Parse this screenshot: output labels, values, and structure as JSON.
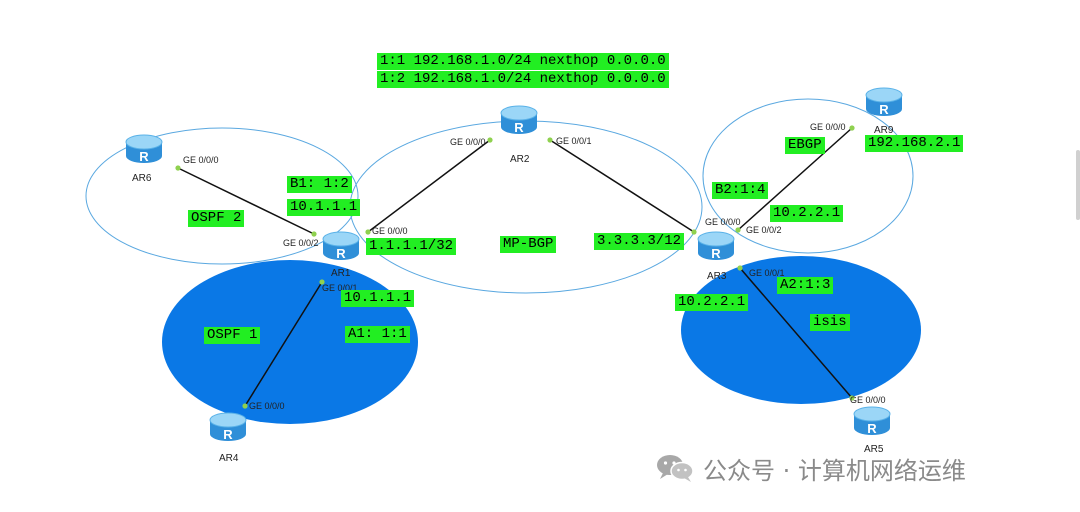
{
  "routes": {
    "line1": "1:1 192.168.1.0/24 nexthop 0.0.0.0",
    "line2": "1:2 192.168.1.0/24 nexthop 0.0.0.0"
  },
  "areas": {
    "ospf1": "OSPF 1",
    "ospf2": "OSPF 2",
    "mpbgp": "MP-BGP",
    "isis": "isis",
    "ebgp": "EBGP"
  },
  "routers": {
    "ar1": "AR1",
    "ar2": "AR2",
    "ar3": "AR3",
    "ar4": "AR4",
    "ar5": "AR5",
    "ar6": "AR6",
    "ar9": "AR9",
    "icon_letter": "R"
  },
  "ports": {
    "ar6_g000": "GE 0/0/0",
    "ar1_g002": "GE 0/0/2",
    "ar1_g000": "GE 0/0/0",
    "ar1_g001": "GE 0/0/1",
    "ar2_g000": "GE 0/0/0",
    "ar2_g001": "GE 0/0/1",
    "ar3_g000": "GE 0/0/0",
    "ar3_g002": "GE 0/0/2",
    "ar3_g001": "GE 0/0/1",
    "ar9_g000": "GE 0/0/0",
    "ar4_g000": "GE 0/0/0",
    "ar5_g000": "GE 0/0/0"
  },
  "tags": {
    "b1_rd": "B1: 1:2",
    "ar1_ip_b": "10.1.1.1",
    "ar1_loop": "1.1.1.1/32",
    "ar1_ip_a": "10.1.1.1",
    "a1_rd": "A1: 1:1",
    "ar3_loop": "3.3.3.3/12",
    "b2_rd": "B2:1:4",
    "ar3_ip_b": "10.2.2.1",
    "ar9_net": "192.168.2.1",
    "a2_rd": "A2:1:3",
    "ar3_ip_a": "10.2.2.1"
  },
  "watermark": {
    "text": "公众号 · 计算机网络运维",
    "icon": "wechat-icon"
  },
  "colors": {
    "router_blue": "#3fa3e6",
    "area_fill": "#0a78e6",
    "tag_green": "#22ee22",
    "port_dot": "#8fd14f",
    "circle_stroke": "#5aa8e0"
  }
}
